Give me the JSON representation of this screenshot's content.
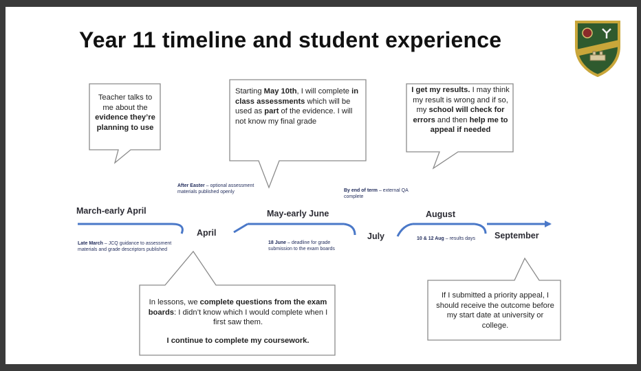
{
  "title": "Year 11 timeline and student experience",
  "colors": {
    "arrow": "#4a78c8",
    "box_border": "#8a8a8a",
    "crest_green": "#2f5a2e",
    "crest_gold": "#c9a63a"
  },
  "stages": {
    "march": "March-early April",
    "april": "April",
    "may": "May-early June",
    "july": "July",
    "august": "August",
    "september": "September"
  },
  "notes": {
    "after_easter": {
      "bold": "After Easter",
      "text": " – optional assessment materials published openly"
    },
    "late_march": {
      "bold": "Late March",
      "text": " – JCQ guidance to assessment materials and grade descriptors published"
    },
    "june18": {
      "bold": "18 June",
      "text": " – deadline for grade submission to the exam boards"
    },
    "end_of_term": {
      "bold": "By end of term",
      "text": " – external QA complete"
    },
    "aug": {
      "bold": "10 & 12 Aug",
      "text": " – results days"
    }
  },
  "boxes": {
    "teacher": {
      "t1": "Teacher talks to me about the ",
      "b1": "evidence they’re planning to use"
    },
    "may10": {
      "t1": "Starting ",
      "b1": "May 10th",
      "t2": ", I will complete ",
      "b2": "in class assessments",
      "t3": " which will be used as ",
      "b3": "part",
      "t4": " of the evidence. I will not know my final grade"
    },
    "results": {
      "b1": "I get my results.",
      "t1": " I may think my result is wrong and if so, my ",
      "b2": "school will check for errors",
      "t2": " and then ",
      "b3": "help me to appeal if needed"
    },
    "lessons": {
      "t1": "In lessons, we ",
      "b1": "complete questions from the exam boards",
      "t2": ": I didn’t know which I would complete when I first saw them.",
      "b2": "I continue to complete my coursework."
    },
    "priority": {
      "t1": "If I submitted a priority appeal, I should receive the outcome before my start date at university or college."
    }
  }
}
